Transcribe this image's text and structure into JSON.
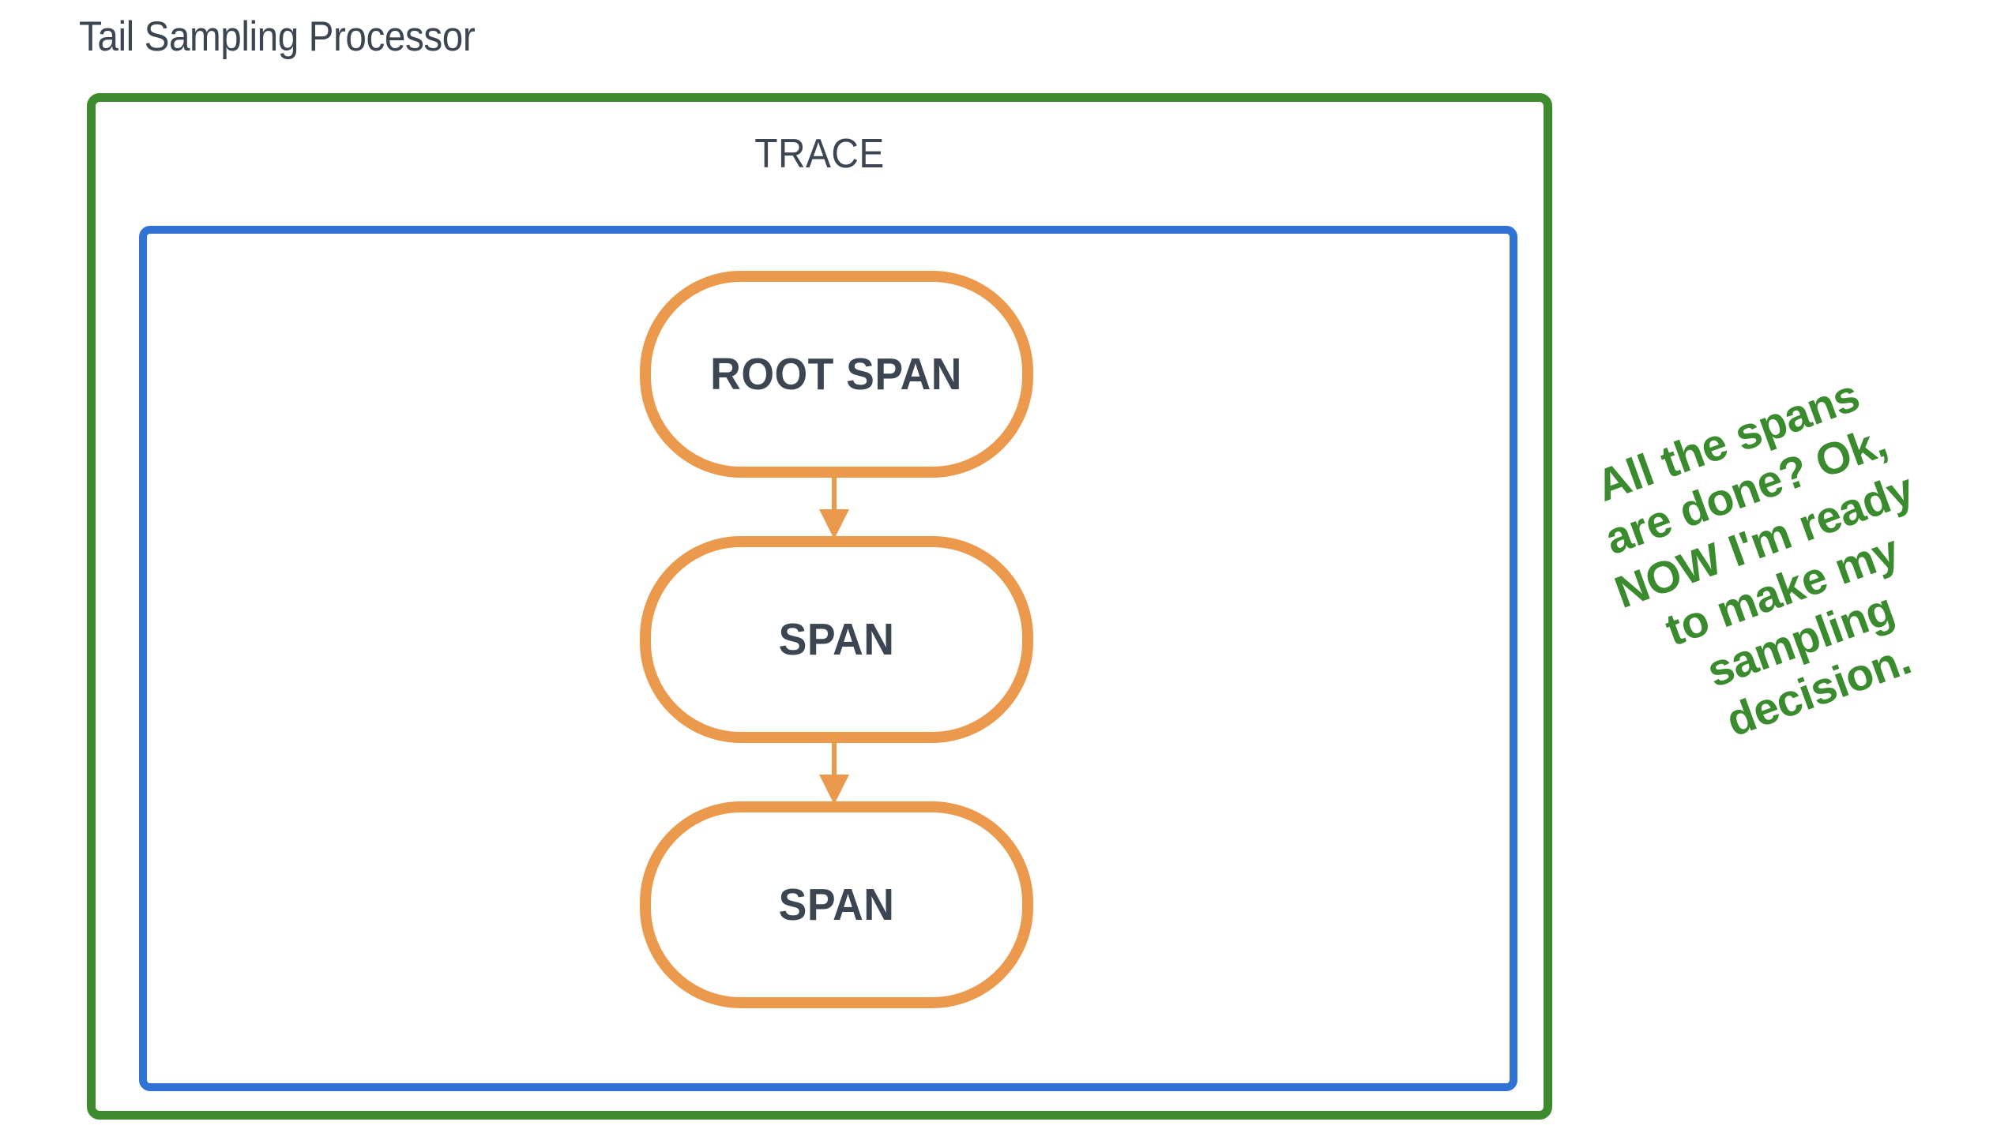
{
  "diagram": {
    "title": "Tail Sampling Processor",
    "colors": {
      "processor_border": "#3d8b2e",
      "trace_border": "#3173d4",
      "span_border": "#eb9a4d",
      "text": "#3c4552",
      "annotation_text": "#3a8a2e",
      "background": "#ffffff"
    }
  },
  "processor": {
    "label": "Tail Sampling Processor"
  },
  "trace": {
    "label": "TRACE",
    "spans": [
      {
        "id": "root-span",
        "label": "ROOT SPAN"
      },
      {
        "id": "span-2",
        "label": "SPAN"
      },
      {
        "id": "span-3",
        "label": "SPAN"
      }
    ],
    "connectors": [
      {
        "from": "root-span",
        "to": "span-2",
        "direction": "down"
      },
      {
        "from": "span-2",
        "to": "span-3",
        "direction": "down"
      }
    ]
  },
  "annotation": {
    "lines": [
      "All the spans",
      "are done? Ok,",
      "NOW I'm ready",
      "to make my",
      "sampling",
      "decision."
    ],
    "rotation_degrees": -20
  }
}
